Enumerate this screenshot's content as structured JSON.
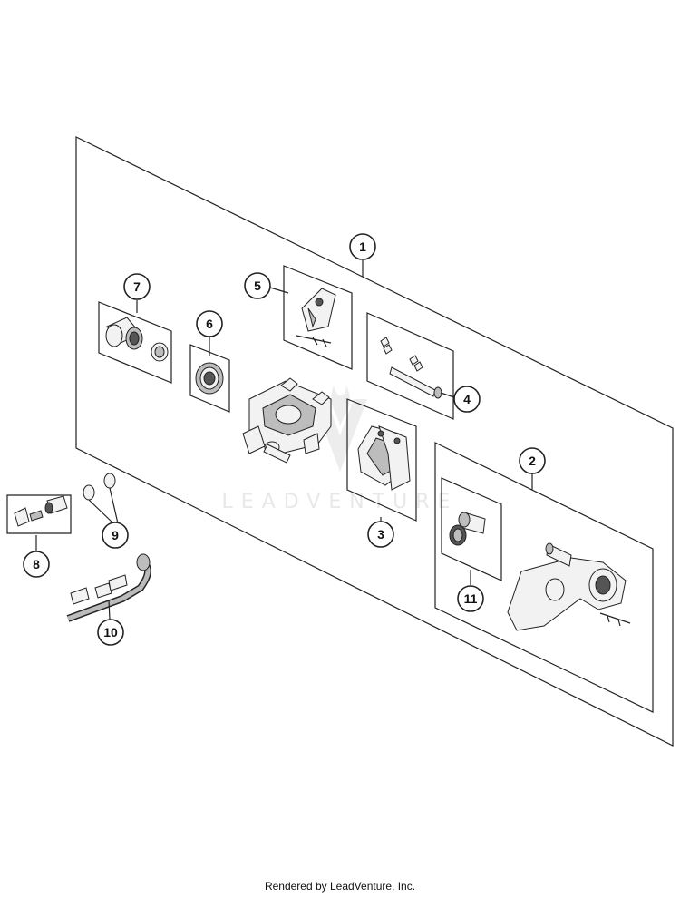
{
  "diagram": {
    "callouts": [
      {
        "id": "1",
        "label": "1"
      },
      {
        "id": "2",
        "label": "2"
      },
      {
        "id": "3",
        "label": "3"
      },
      {
        "id": "4",
        "label": "4"
      },
      {
        "id": "5",
        "label": "5"
      },
      {
        "id": "6",
        "label": "6"
      },
      {
        "id": "7",
        "label": "7"
      },
      {
        "id": "8",
        "label": "8"
      },
      {
        "id": "9",
        "label": "9"
      },
      {
        "id": "10",
        "label": "10"
      },
      {
        "id": "11",
        "label": "11"
      }
    ]
  },
  "watermark": {
    "text": "LEADVENTURE"
  },
  "footer": {
    "credit": "Rendered by LeadVenture, Inc."
  }
}
